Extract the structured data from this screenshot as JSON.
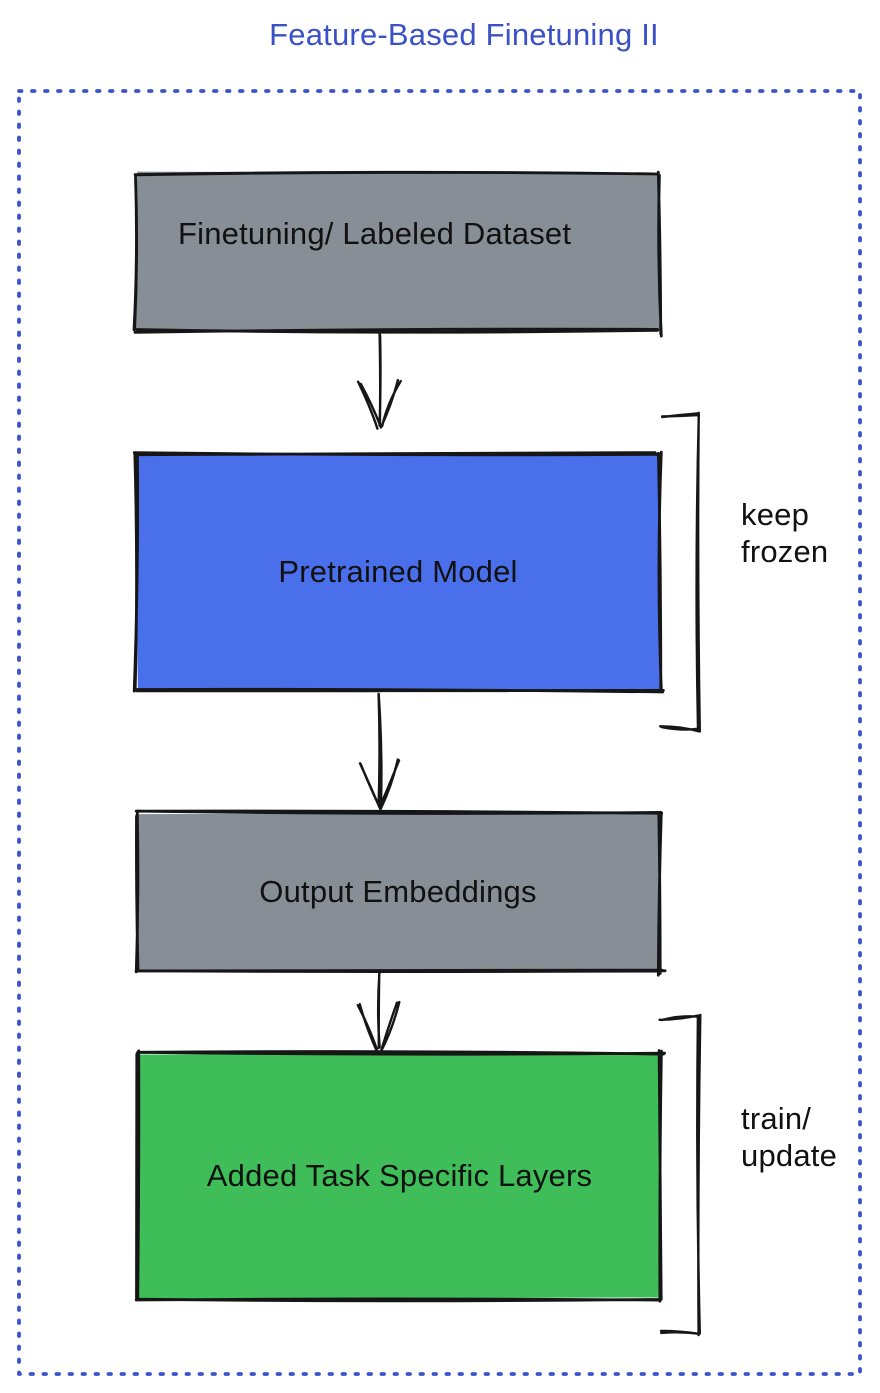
{
  "title": "Feature-Based Finetuning II",
  "colors": {
    "title": "#3B51C7",
    "frame": "#3B54CC",
    "stroke": "#161616",
    "gray": "#878E96",
    "blue": "#4A6FEB",
    "green": "#3EBD58",
    "label_text": "#111111"
  },
  "boxes": [
    {
      "id": "finetuning-dataset",
      "label": "Finetuning/ Labeled Dataset",
      "fill": "gray"
    },
    {
      "id": "pretrained-model",
      "label": "Pretrained Model",
      "fill": "blue"
    },
    {
      "id": "output-embeddings",
      "label": "Output Embeddings",
      "fill": "gray"
    },
    {
      "id": "added-task-specific-layers",
      "label": "Added Task Specific Layers",
      "fill": "green"
    }
  ],
  "annotations": [
    {
      "id": "keep-frozen",
      "label": "keep frozen"
    },
    {
      "id": "train-update",
      "label": "train/ update"
    }
  ]
}
